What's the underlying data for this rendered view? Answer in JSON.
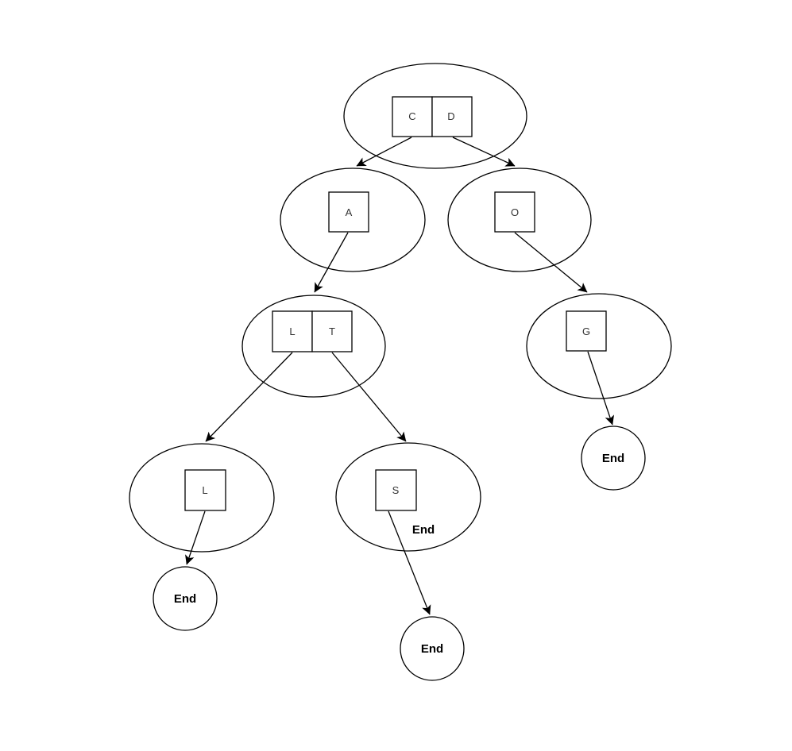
{
  "diagram": {
    "background_color": "#ffffff",
    "line_color": "#000000",
    "letter_color": "#333333",
    "nodes": {
      "root": {
        "cells": [
          "C",
          "D"
        ]
      },
      "a": {
        "cell": "A"
      },
      "o": {
        "cell": "O"
      },
      "lt": {
        "cells": [
          "L",
          "T"
        ]
      },
      "g": {
        "cell": "G"
      },
      "l": {
        "cell": "L"
      },
      "s": {
        "cell": "S",
        "inline_label": "End"
      },
      "end_after_g": {
        "label": "End"
      },
      "end_after_l": {
        "label": "End"
      },
      "end_after_s": {
        "label": "End"
      }
    },
    "edges": [
      {
        "from": "root.C",
        "to": "a"
      },
      {
        "from": "root.D",
        "to": "o"
      },
      {
        "from": "a",
        "to": "lt"
      },
      {
        "from": "o",
        "to": "g"
      },
      {
        "from": "lt.L",
        "to": "l"
      },
      {
        "from": "lt.T",
        "to": "s"
      },
      {
        "from": "g",
        "to": "end_after_g"
      },
      {
        "from": "l",
        "to": "end_after_l"
      },
      {
        "from": "s",
        "to": "end_after_s"
      }
    ]
  }
}
